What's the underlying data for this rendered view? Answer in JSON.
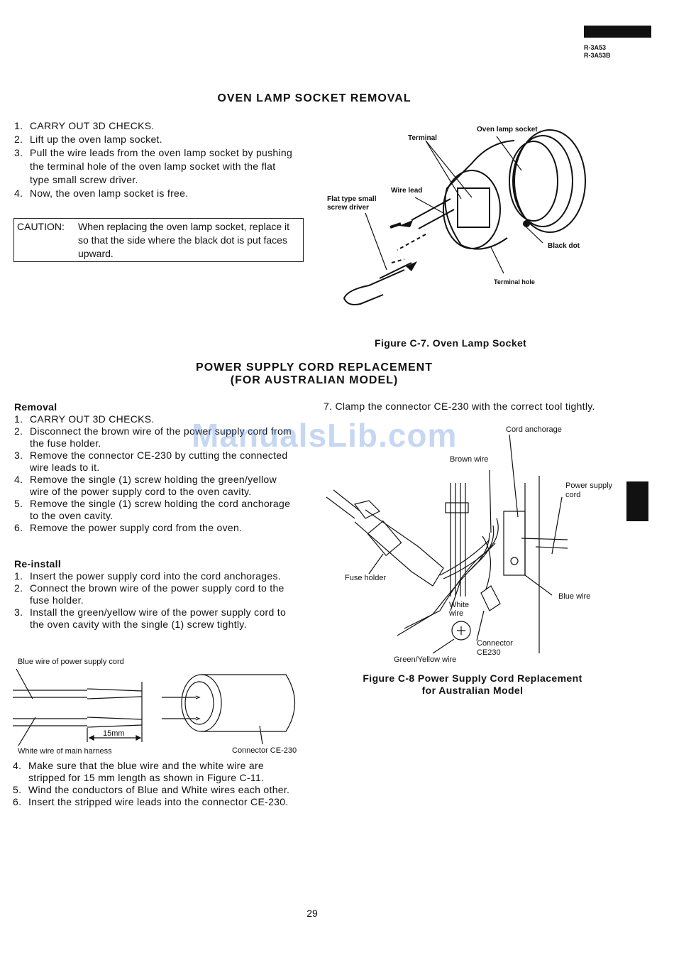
{
  "header": {
    "model_line1": "R-3A53",
    "model_line2": "R-3A53B"
  },
  "lamp": {
    "title": "OVEN LAMP SOCKET REMOVAL",
    "steps": [
      {
        "n": "1.",
        "text": "CARRY OUT 3D CHECKS."
      },
      {
        "n": "2.",
        "text": "Lift up the oven lamp socket."
      },
      {
        "n": "3.",
        "text": "Pull the wire leads from the oven lamp socket by pushing the terminal hole of the oven lamp socket with the flat type small screw driver."
      },
      {
        "n": "4.",
        "text": "Now, the oven lamp socket is free."
      }
    ],
    "caution_label": "CAUTION:",
    "caution_text": "When replacing the oven lamp socket, replace it so that the side where the black dot is put faces upward.",
    "figure": {
      "terminal": "Terminal",
      "oven_lamp_socket": "Oven lamp socket",
      "wire_lead": "Wire lead",
      "screwdriver_1": "Flat type small",
      "screwdriver_2": "screw driver",
      "black_dot": "Black dot",
      "terminal_hole": "Terminal hole",
      "caption": "Figure C-7. Oven Lamp Socket"
    }
  },
  "cord": {
    "title_1": "POWER SUPPLY CORD REPLACEMENT",
    "title_2": "(FOR AUSTRALIAN MODEL)",
    "removal_heading": "Removal",
    "removal": [
      {
        "n": "1.",
        "text": "CARRY OUT 3D CHECKS."
      },
      {
        "n": "2.",
        "text": "Disconnect the brown wire of the power supply cord from the fuse holder."
      },
      {
        "n": "3.",
        "text": "Remove the connector CE-230 by cutting the connected wire leads to it."
      },
      {
        "n": "4.",
        "text": "Remove the single (1) screw holding the green/yellow wire of the power supply cord to the oven cavity."
      },
      {
        "n": "5.",
        "text": "Remove the single (1) screw holding the cord anchorage to the oven cavity."
      },
      {
        "n": "6.",
        "text": "Remove the power supply cord from the oven."
      }
    ],
    "reinstall_heading": "Re-install",
    "reinstall": [
      {
        "n": "1.",
        "text": "Insert the power supply cord into the cord anchorages."
      },
      {
        "n": "2.",
        "text": "Connect the brown wire of the power supply cord to the fuse holder."
      },
      {
        "n": "3.",
        "text": "Install the green/yellow wire of the power supply cord to the oven cavity with the single (1) screw tightly."
      }
    ],
    "wire_fig": {
      "blue_label": "Blue wire of power supply cord",
      "dim": "15mm",
      "white_label": "White wire of main harness",
      "connector_label": "Connector CE-230"
    },
    "more": [
      {
        "n": "4.",
        "text": "Make sure that the blue wire and the white wire are stripped for 15 mm length as shown in Figure C-11."
      },
      {
        "n": "5.",
        "text": "Wind the conductors of Blue and White wires each other."
      },
      {
        "n": "6.",
        "text": "Insert the stripped wire leads into the connector CE-230."
      }
    ],
    "step7_n": "7.",
    "step7": "Clamp the connector CE-230 with the correct tool tightly.",
    "figure": {
      "cord_anchorage": "Cord anchorage",
      "brown_wire": "Brown wire",
      "power_cord_1": "Power supply",
      "power_cord_2": "cord",
      "fuse_holder": "Fuse holder",
      "blue_wire": "Blue wire",
      "white_wire_1": "White",
      "white_wire_2": "wire",
      "connector_1": "Connector",
      "connector_2": "CE230",
      "green_yellow": "Green/Yellow wire",
      "caption_1": "Figure C-8 Power Supply Cord Replacement",
      "caption_2": "for Australian Model"
    }
  },
  "watermark": "ManualsLib.com",
  "page_number": "29"
}
